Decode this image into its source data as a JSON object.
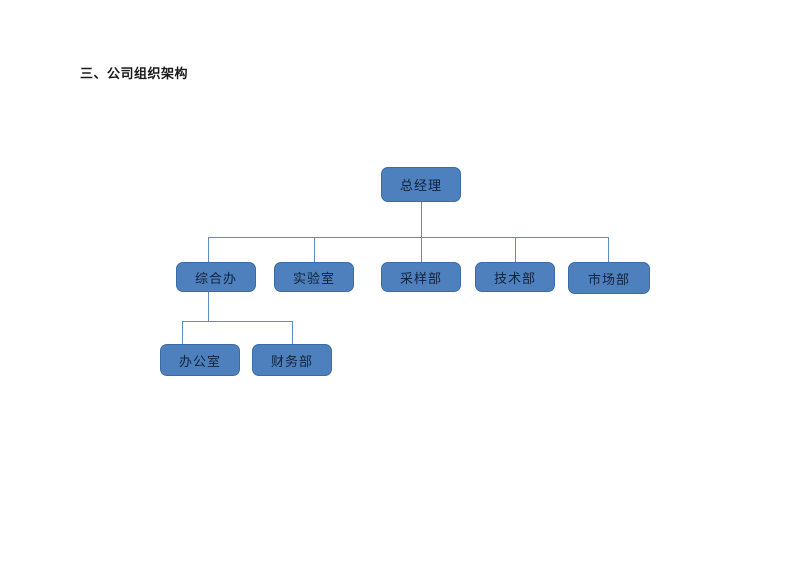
{
  "document": {
    "heading": "三、公司组织架构",
    "background_color": "#ffffff"
  },
  "org_chart": {
    "node_fill_color": "#4e80bd",
    "node_border_color": "#3a6ba5",
    "connector_color": "#5b8cc4",
    "text_color": "#11223d",
    "levels": [
      {
        "level": 1,
        "nodes": [
          {
            "id": "gm",
            "label": "总经理"
          }
        ]
      },
      {
        "level": 2,
        "nodes": [
          {
            "id": "general-affairs",
            "label": "综合办"
          },
          {
            "id": "laboratory",
            "label": "实验室"
          },
          {
            "id": "sampling",
            "label": "采样部"
          },
          {
            "id": "technical",
            "label": "技术部"
          },
          {
            "id": "marketing",
            "label": "市场部"
          }
        ]
      },
      {
        "level": 3,
        "nodes": [
          {
            "id": "office",
            "label": "办公室"
          },
          {
            "id": "finance",
            "label": "财务部"
          }
        ]
      }
    ]
  }
}
